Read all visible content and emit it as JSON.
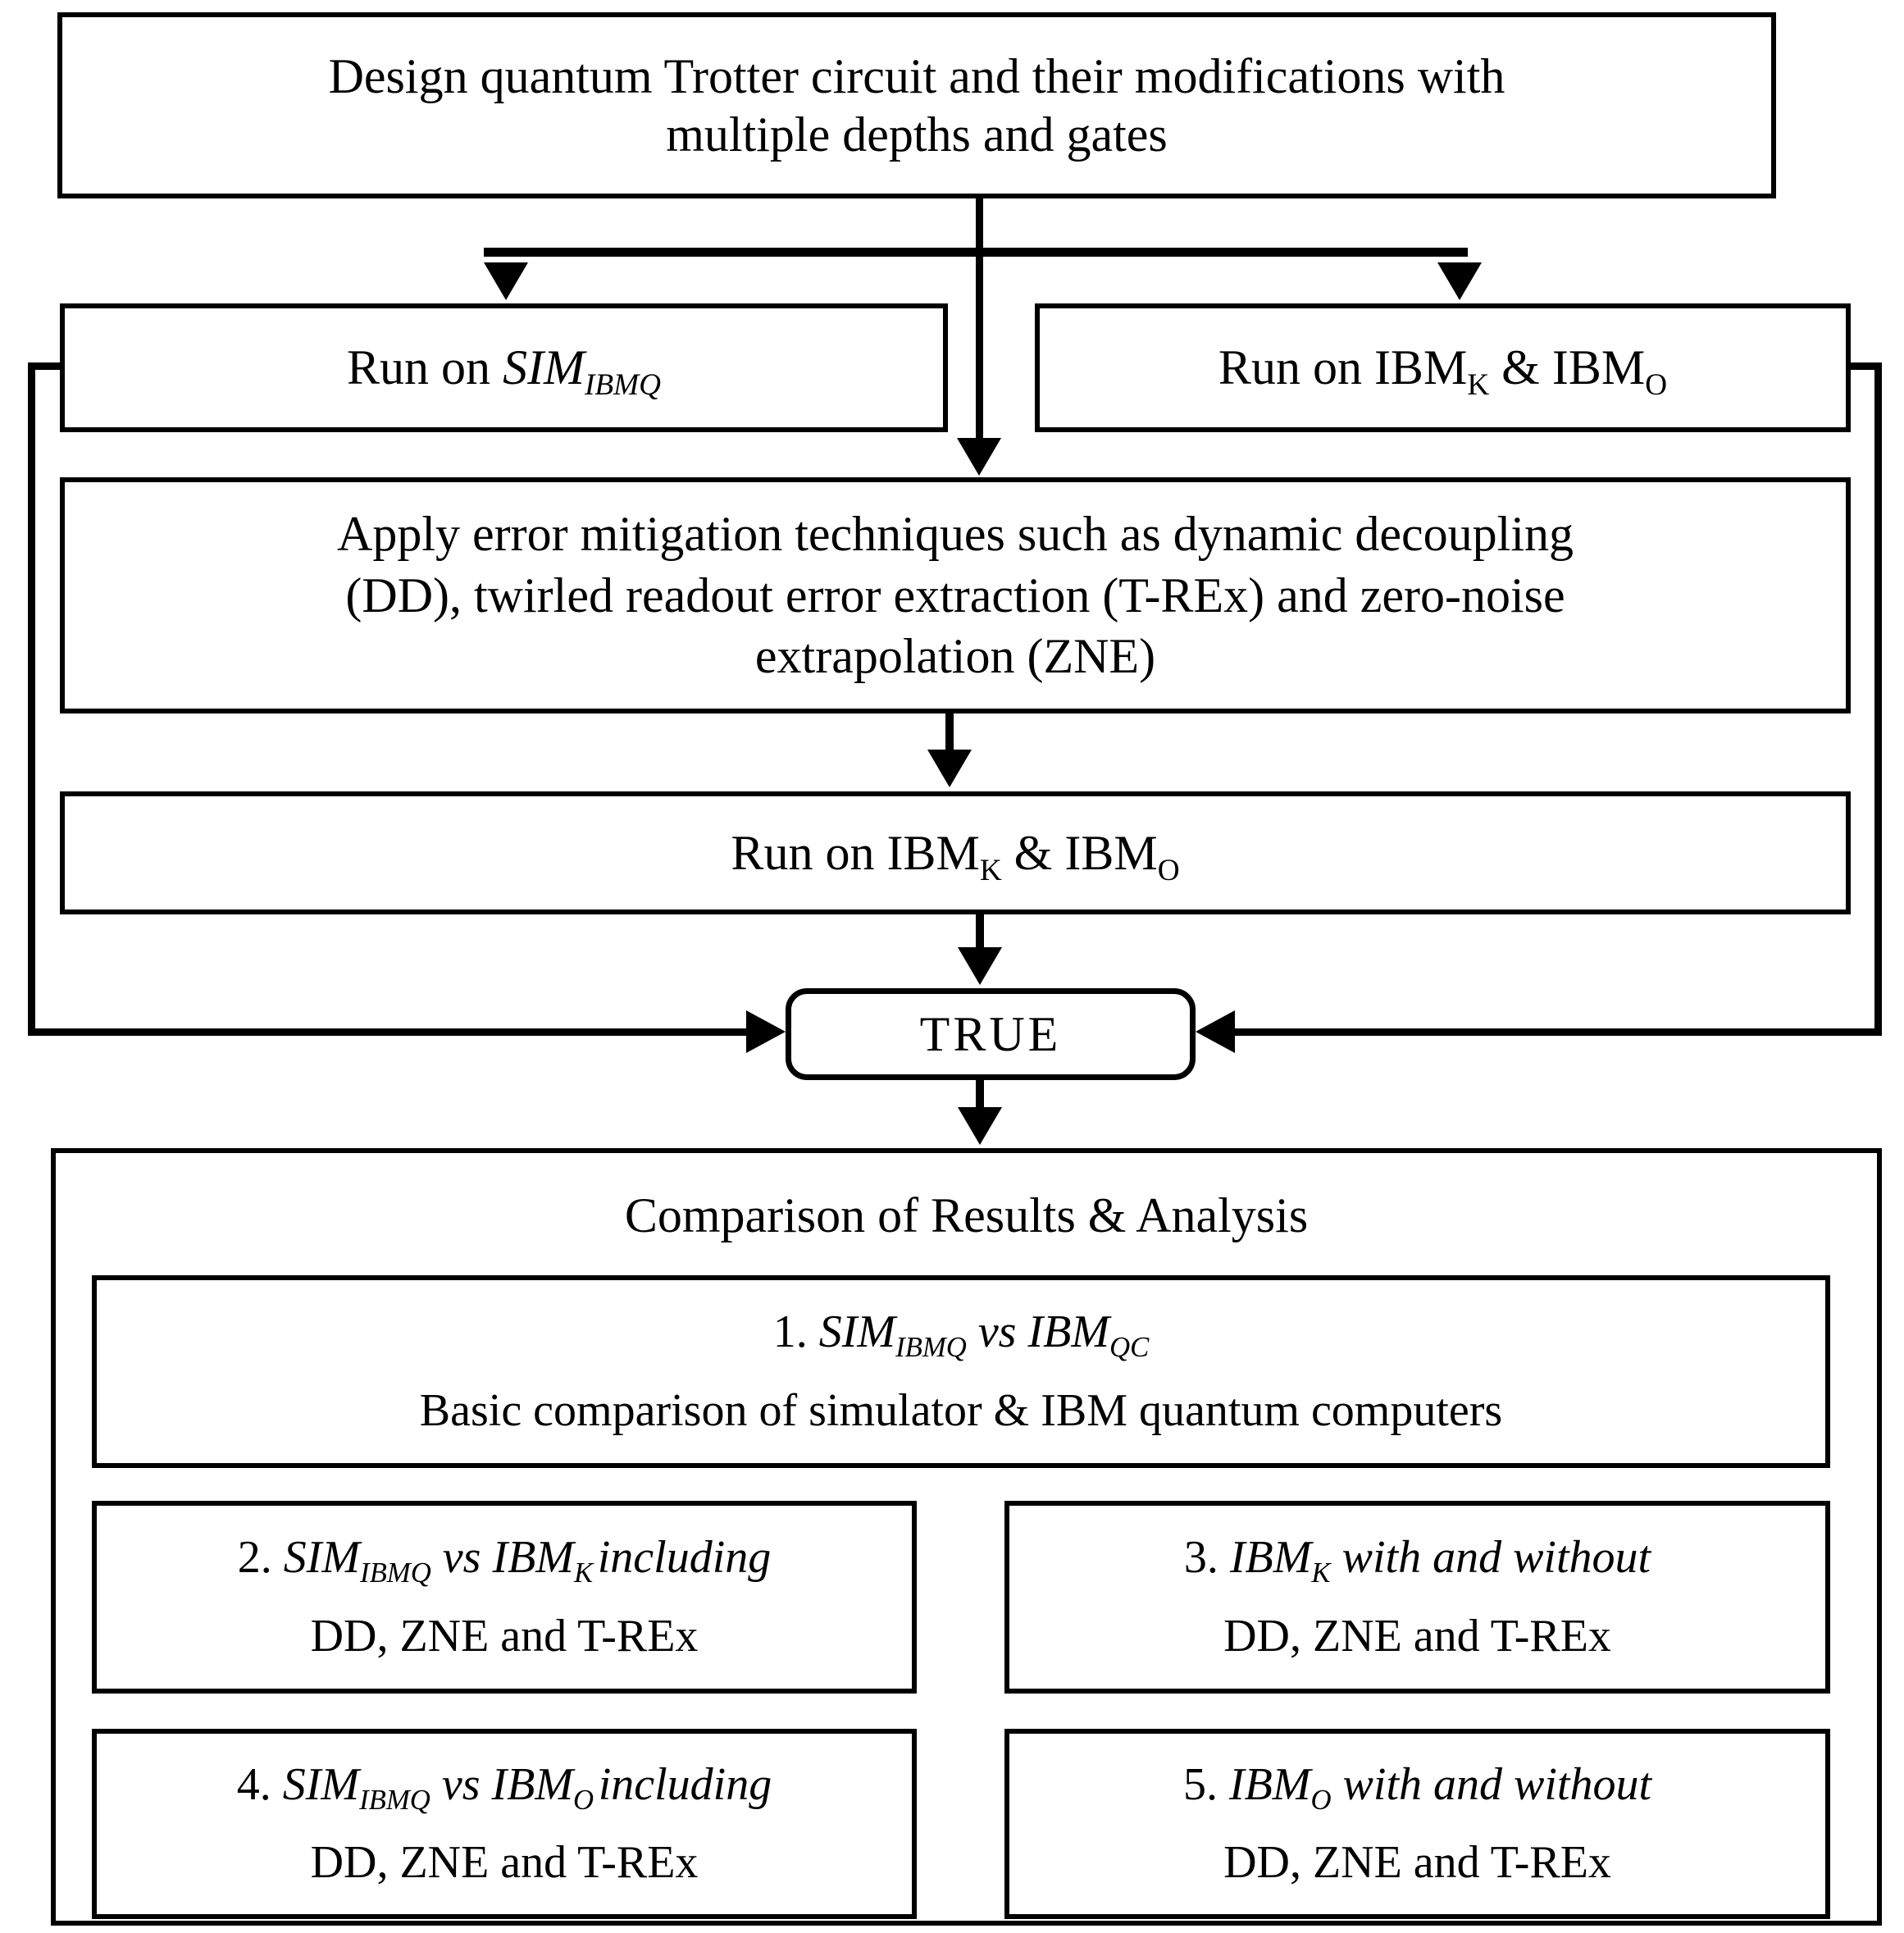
{
  "flow": {
    "design": {
      "line1": "Design quantum Trotter circuit and their modifications with",
      "line2": "multiple depths and gates"
    },
    "run_sim": {
      "prefix": "Run on ",
      "sim": "SIM",
      "sim_sub": "IBMQ"
    },
    "run_ibm_top": {
      "prefix": "Run on ",
      "ibm1": "IBM",
      "sub1": "K",
      "amp": " & ",
      "ibm2": "IBM",
      "sub2": "O"
    },
    "apply": {
      "line1": "Apply error mitigation techniques such as dynamic decoupling",
      "line2": "(DD), twirled readout error extraction (T-REx) and zero-noise",
      "line3": "extrapolation (ZNE)"
    },
    "run_ibm_mid": {
      "prefix": "Run on ",
      "ibm1": "IBM",
      "sub1": "K",
      "amp": " & ",
      "ibm2": "IBM",
      "sub2": "O"
    },
    "true_label": "TRUE"
  },
  "comparison": {
    "title": "Comparison of Results & Analysis",
    "item1": {
      "lead": "1. ",
      "sim": "SIM",
      "sim_sub": "IBMQ",
      "vs": " vs ",
      "ibm": "IBM",
      "ibm_sub": "QC",
      "line2": "Basic comparison of simulator & IBM quantum computers"
    },
    "item2": {
      "lead": "2. ",
      "sim": "SIM",
      "sim_sub": "IBMQ",
      "vs": " vs ",
      "ibm": "IBM",
      "ibm_sub": "K",
      "tail": "including",
      "line2": "DD, ZNE and T-REx"
    },
    "item3": {
      "lead": "3. ",
      "ibm": "IBM",
      "ibm_sub": "K",
      "tail": " with and without",
      "line2": "DD, ZNE and T-REx"
    },
    "item4": {
      "lead": "4. ",
      "sim": "SIM",
      "sim_sub": "IBMQ",
      "vs": " vs ",
      "ibm": "IBM",
      "ibm_sub": "O",
      "tail": "including",
      "line2": "DD, ZNE and T-REx"
    },
    "item5": {
      "lead": "5. ",
      "ibm": "IBM",
      "ibm_sub": "O",
      "tail": " with and without",
      "line2": "DD, ZNE and T-REx"
    }
  },
  "colors": {
    "line": "#000000",
    "background": "#ffffff"
  }
}
